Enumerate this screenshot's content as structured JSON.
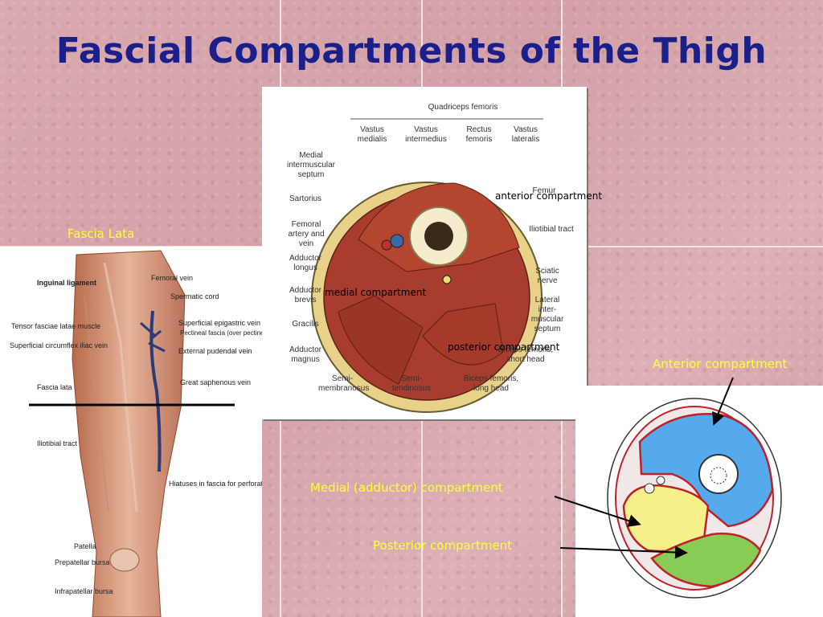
{
  "slide": {
    "title": "Fascial Compartments of the Thigh",
    "colors": {
      "title": "#1a1f8c",
      "accent_label": "#ffff33",
      "background": "#d8a8ad"
    }
  },
  "left_figure": {
    "caption": "Fascia Lata",
    "labels": [
      "Inguinal ligament",
      "Femoral vein",
      "Spermatic cord",
      "Superficial epigastric vein",
      "Tensor fasciae latae muscle",
      "Pectineal fascia (over pectineus muscle)",
      "Superficial circumflex iliac vein",
      "External pudendal vein",
      "Great saphenous vein",
      "Fascia lata",
      "Iliotibial tract",
      "Hiatuses in fascia for perforating veins",
      "Patella",
      "Prepatellar bursa",
      "Infrapatellar bursa"
    ]
  },
  "center_figure": {
    "header": "Quadriceps femoris",
    "top_labels": [
      "Vastus medialis",
      "Vastus intermedius",
      "Rectus femoris",
      "Vastus lateralis"
    ],
    "left_labels": [
      "Medial intermuscular septum",
      "Sartorius",
      "Femoral artery and vein",
      "Adductor longus",
      "Adductor brevis",
      "Gracilis",
      "Adductor magnus"
    ],
    "right_labels": [
      "Femur",
      "Iliotibial tract",
      "Sciatic nerve",
      "Lateral inter-muscular septum",
      "Biceps femoris, short head"
    ],
    "bottom_labels": [
      "Semi-membranosus",
      "Semi-tendinosus",
      "Biceps femoris, long head"
    ],
    "overlays": {
      "anterior": "anterior compartment",
      "medial": "medial compartment",
      "posterior": "posterior compartment"
    }
  },
  "right_figure": {
    "anterior": "Anterior compartment",
    "medial": "Medial (adductor) compartment",
    "posterior": "Posterior compartment",
    "colors": {
      "anterior": "#55aaee",
      "medial": "#f6f08a",
      "posterior": "#88cc55",
      "septum": "#c0202a"
    }
  }
}
